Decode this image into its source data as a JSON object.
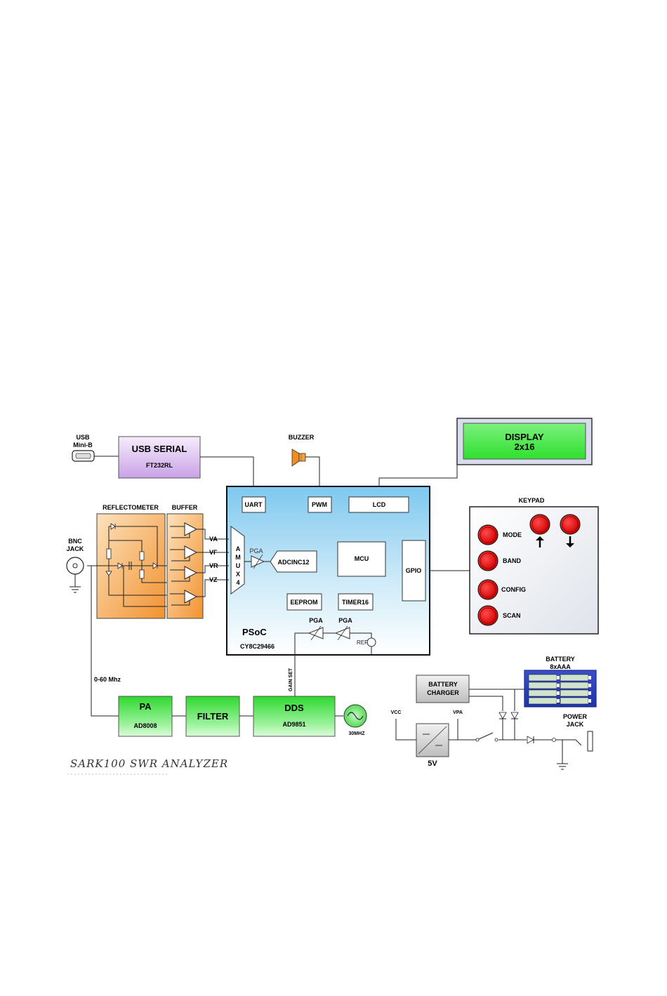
{
  "usb": {
    "label_line1": "USB",
    "label_line2": "Mini-B"
  },
  "usb_serial": {
    "title": "USB SERIAL",
    "part": "FT232RL"
  },
  "buzzer": {
    "label": "BUZZER"
  },
  "display": {
    "line1": "DISPLAY",
    "line2": "2x16"
  },
  "keypad": {
    "title": "KEYPAD",
    "buttons": [
      "MODE",
      "BAND",
      "CONFIG",
      "SCAN"
    ]
  },
  "reflectometer": {
    "label": "REFLECTOMETER"
  },
  "buffer": {
    "label": "BUFFER"
  },
  "bnc": {
    "line1": "BNC",
    "line2": "JACK"
  },
  "signals": [
    "VA",
    "VF",
    "VR",
    "VZ"
  ],
  "psoc": {
    "title": "PSoC",
    "part": "CY8C29466",
    "uart": "UART",
    "pwm": "PWM",
    "lcd": "LCD",
    "amux": [
      "A",
      "M",
      "U",
      "X",
      "4"
    ],
    "pga": "PGA",
    "adc": "ADCINC12",
    "mcu": "MCU",
    "gpio": "GPIO",
    "eeprom": "EEPROM",
    "timer": "TIMER16",
    "pga1": "PGA",
    "pga2": "PGA",
    "ref": "REF"
  },
  "freq_range": "0-60 Mhz",
  "gain_set": "GAIN SET",
  "pa": {
    "title": "PA",
    "part": "AD8008"
  },
  "filter": {
    "title": "FILTER"
  },
  "dds": {
    "title": "DDS",
    "part": "AD9851"
  },
  "osc": {
    "label": "30MHZ"
  },
  "battery_charger": {
    "line1": "BATTERY",
    "line2": "CHARGER"
  },
  "battery": {
    "line1": "BATTERY",
    "line2": "8xAAA"
  },
  "vcc": "VCC",
  "vpa": "VPA",
  "regulator": {
    "label": "5V"
  },
  "power_jack": {
    "line1": "POWER",
    "line2": "JACK"
  },
  "caption": "SARK100 SWR ANALYZER",
  "colors": {
    "purple": "#d9b8ef",
    "green": "#39e039",
    "orange": "#f5a040",
    "psoc_blue": "#a9dbf5",
    "button_red": "#e01010"
  }
}
